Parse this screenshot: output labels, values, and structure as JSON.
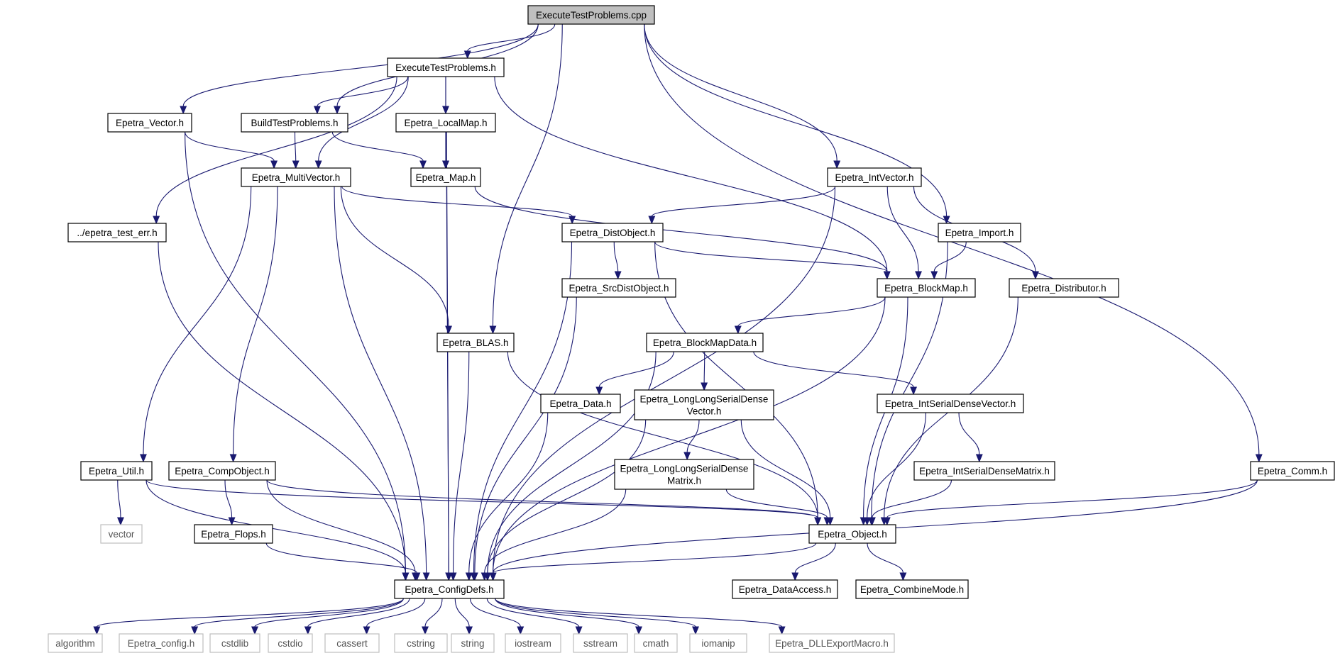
{
  "diagram": {
    "title": "",
    "nodes": [
      {
        "id": "etp_cpp",
        "label": "ExecuteTestProblems.cpp",
        "kind": "root"
      },
      {
        "id": "etp_h",
        "label": "ExecuteTestProblems.h",
        "kind": "file"
      },
      {
        "id": "vector_h",
        "label": "Epetra_Vector.h",
        "kind": "file"
      },
      {
        "id": "btp_h",
        "label": "BuildTestProblems.h",
        "kind": "file"
      },
      {
        "id": "localmap_h",
        "label": "Epetra_LocalMap.h",
        "kind": "file"
      },
      {
        "id": "multivector_h",
        "label": "Epetra_MultiVector.h",
        "kind": "file"
      },
      {
        "id": "map_h",
        "label": "Epetra_Map.h",
        "kind": "file"
      },
      {
        "id": "intvector_h",
        "label": "Epetra_IntVector.h",
        "kind": "file"
      },
      {
        "id": "test_err_h",
        "label": "../epetra_test_err.h",
        "kind": "file"
      },
      {
        "id": "distobject_h",
        "label": "Epetra_DistObject.h",
        "kind": "file"
      },
      {
        "id": "import_h",
        "label": "Epetra_Import.h",
        "kind": "file"
      },
      {
        "id": "srcdist_h",
        "label": "Epetra_SrcDistObject.h",
        "kind": "file"
      },
      {
        "id": "blockmap_h",
        "label": "Epetra_BlockMap.h",
        "kind": "file"
      },
      {
        "id": "distributor_h",
        "label": "Epetra_Distributor.h",
        "kind": "file"
      },
      {
        "id": "blas_h",
        "label": "Epetra_BLAS.h",
        "kind": "file"
      },
      {
        "id": "blockmapdata_h",
        "label": "Epetra_BlockMapData.h",
        "kind": "file"
      },
      {
        "id": "data_h",
        "label": "Epetra_Data.h",
        "kind": "file"
      },
      {
        "id": "llsdv_h",
        "label": [
          "Epetra_LongLongSerialDense",
          "Vector.h"
        ],
        "kind": "file"
      },
      {
        "id": "isdv_h",
        "label": "Epetra_IntSerialDenseVector.h",
        "kind": "file"
      },
      {
        "id": "llsdm_h",
        "label": [
          "Epetra_LongLongSerialDense",
          "Matrix.h"
        ],
        "kind": "file"
      },
      {
        "id": "isdm_h",
        "label": "Epetra_IntSerialDenseMatrix.h",
        "kind": "file"
      },
      {
        "id": "util_h",
        "label": "Epetra_Util.h",
        "kind": "file"
      },
      {
        "id": "compobject_h",
        "label": "Epetra_CompObject.h",
        "kind": "file"
      },
      {
        "id": "comm_h",
        "label": "Epetra_Comm.h",
        "kind": "file"
      },
      {
        "id": "vector",
        "label": "vector",
        "kind": "external"
      },
      {
        "id": "flops_h",
        "label": "Epetra_Flops.h",
        "kind": "file"
      },
      {
        "id": "object_h",
        "label": "Epetra_Object.h",
        "kind": "file"
      },
      {
        "id": "configdefs_h",
        "label": "Epetra_ConfigDefs.h",
        "kind": "file"
      },
      {
        "id": "dataaccess_h",
        "label": "Epetra_DataAccess.h",
        "kind": "file"
      },
      {
        "id": "combinemode_h",
        "label": "Epetra_CombineMode.h",
        "kind": "file"
      },
      {
        "id": "algorithm",
        "label": "algorithm",
        "kind": "external"
      },
      {
        "id": "config_h",
        "label": "Epetra_config.h",
        "kind": "external"
      },
      {
        "id": "cstdlib",
        "label": "cstdlib",
        "kind": "external"
      },
      {
        "id": "cstdio",
        "label": "cstdio",
        "kind": "external"
      },
      {
        "id": "cassert",
        "label": "cassert",
        "kind": "external"
      },
      {
        "id": "cstring",
        "label": "cstring",
        "kind": "external"
      },
      {
        "id": "string",
        "label": "string",
        "kind": "external"
      },
      {
        "id": "iostream",
        "label": "iostream",
        "kind": "external"
      },
      {
        "id": "sstream",
        "label": "sstream",
        "kind": "external"
      },
      {
        "id": "cmath",
        "label": "cmath",
        "kind": "external"
      },
      {
        "id": "iomanip",
        "label": "iomanip",
        "kind": "external"
      },
      {
        "id": "dllexport_h",
        "label": "Epetra_DLLExportMacro.h",
        "kind": "external"
      }
    ],
    "edges": [
      [
        "etp_cpp",
        "etp_h"
      ],
      [
        "etp_cpp",
        "vector_h"
      ],
      [
        "etp_cpp",
        "btp_h"
      ],
      [
        "etp_cpp",
        "blas_h"
      ],
      [
        "etp_cpp",
        "intvector_h"
      ],
      [
        "etp_cpp",
        "import_h"
      ],
      [
        "etp_cpp",
        "comm_h"
      ],
      [
        "etp_h",
        "btp_h"
      ],
      [
        "etp_h",
        "localmap_h"
      ],
      [
        "etp_h",
        "multivector_h"
      ],
      [
        "etp_h",
        "map_h"
      ],
      [
        "etp_h",
        "test_err_h"
      ],
      [
        "etp_h",
        "blockmap_h"
      ],
      [
        "vector_h",
        "multivector_h"
      ],
      [
        "vector_h",
        "configdefs_h"
      ],
      [
        "btp_h",
        "multivector_h"
      ],
      [
        "btp_h",
        "map_h"
      ],
      [
        "localmap_h",
        "map_h"
      ],
      [
        "localmap_h",
        "configdefs_h"
      ],
      [
        "multivector_h",
        "distobject_h"
      ],
      [
        "multivector_h",
        "blas_h"
      ],
      [
        "multivector_h",
        "util_h"
      ],
      [
        "multivector_h",
        "compobject_h"
      ],
      [
        "multivector_h",
        "configdefs_h"
      ],
      [
        "map_h",
        "blockmap_h"
      ],
      [
        "map_h",
        "configdefs_h"
      ],
      [
        "intvector_h",
        "distobject_h"
      ],
      [
        "intvector_h",
        "blockmap_h"
      ],
      [
        "intvector_h",
        "distributor_h"
      ],
      [
        "intvector_h",
        "configdefs_h"
      ],
      [
        "test_err_h",
        "configdefs_h"
      ],
      [
        "distobject_h",
        "srcdist_h"
      ],
      [
        "distobject_h",
        "blockmap_h"
      ],
      [
        "distobject_h",
        "object_h"
      ],
      [
        "distobject_h",
        "configdefs_h"
      ],
      [
        "import_h",
        "blockmap_h"
      ],
      [
        "import_h",
        "object_h"
      ],
      [
        "srcdist_h",
        "configdefs_h"
      ],
      [
        "blockmap_h",
        "blockmapdata_h"
      ],
      [
        "blockmap_h",
        "object_h"
      ],
      [
        "blockmap_h",
        "configdefs_h"
      ],
      [
        "distributor_h",
        "object_h"
      ],
      [
        "blas_h",
        "object_h"
      ],
      [
        "blas_h",
        "configdefs_h"
      ],
      [
        "blockmapdata_h",
        "data_h"
      ],
      [
        "blockmapdata_h",
        "llsdv_h"
      ],
      [
        "blockmapdata_h",
        "isdv_h"
      ],
      [
        "blockmapdata_h",
        "configdefs_h"
      ],
      [
        "data_h",
        "configdefs_h"
      ],
      [
        "llsdv_h",
        "llsdm_h"
      ],
      [
        "llsdv_h",
        "object_h"
      ],
      [
        "llsdv_h",
        "configdefs_h"
      ],
      [
        "isdv_h",
        "isdm_h"
      ],
      [
        "isdv_h",
        "object_h"
      ],
      [
        "llsdm_h",
        "object_h"
      ],
      [
        "llsdm_h",
        "configdefs_h"
      ],
      [
        "isdm_h",
        "object_h"
      ],
      [
        "util_h",
        "vector"
      ],
      [
        "util_h",
        "object_h"
      ],
      [
        "util_h",
        "configdefs_h"
      ],
      [
        "compobject_h",
        "flops_h"
      ],
      [
        "compobject_h",
        "object_h"
      ],
      [
        "compobject_h",
        "configdefs_h"
      ],
      [
        "comm_h",
        "object_h"
      ],
      [
        "comm_h",
        "configdefs_h"
      ],
      [
        "flops_h",
        "configdefs_h"
      ],
      [
        "object_h",
        "configdefs_h"
      ],
      [
        "object_h",
        "dataaccess_h"
      ],
      [
        "object_h",
        "combinemode_h"
      ],
      [
        "configdefs_h",
        "algorithm"
      ],
      [
        "configdefs_h",
        "config_h"
      ],
      [
        "configdefs_h",
        "cstdlib"
      ],
      [
        "configdefs_h",
        "cstdio"
      ],
      [
        "configdefs_h",
        "cassert"
      ],
      [
        "configdefs_h",
        "cstring"
      ],
      [
        "configdefs_h",
        "string"
      ],
      [
        "configdefs_h",
        "iostream"
      ],
      [
        "configdefs_h",
        "sstream"
      ],
      [
        "configdefs_h",
        "cmath"
      ],
      [
        "configdefs_h",
        "iomanip"
      ],
      [
        "configdefs_h",
        "dllexport_h"
      ]
    ]
  },
  "colors": {
    "edge": "#191970",
    "root_fill": "#bfbfbf",
    "box_stroke": "#000000",
    "external_stroke": "#bfbfbf",
    "external_text": "#555555",
    "background": "#ffffff"
  }
}
